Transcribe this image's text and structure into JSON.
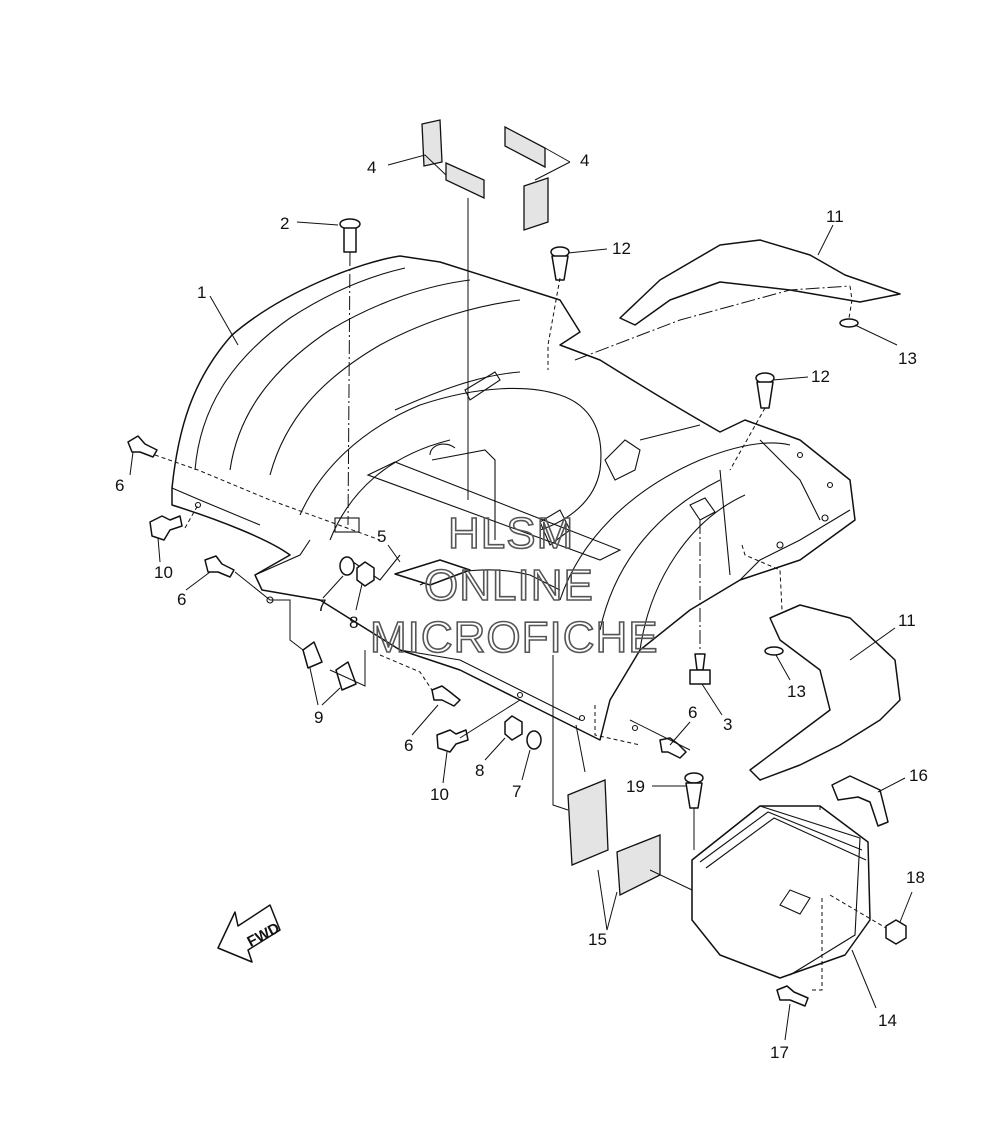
{
  "watermark": {
    "line1": "HLSM",
    "line2": "ONLINE",
    "line3": "MICROFICHE"
  },
  "direction_marker": "FWD",
  "callouts": [
    {
      "id": "c1",
      "text": "1"
    },
    {
      "id": "c2",
      "text": "2"
    },
    {
      "id": "c3",
      "text": "3"
    },
    {
      "id": "c4a",
      "text": "4"
    },
    {
      "id": "c4b",
      "text": "4"
    },
    {
      "id": "c5",
      "text": "5"
    },
    {
      "id": "c6a",
      "text": "6"
    },
    {
      "id": "c6b",
      "text": "6"
    },
    {
      "id": "c6c",
      "text": "6"
    },
    {
      "id": "c6d",
      "text": "6"
    },
    {
      "id": "c7a",
      "text": "7"
    },
    {
      "id": "c7b",
      "text": "7"
    },
    {
      "id": "c8a",
      "text": "8"
    },
    {
      "id": "c8b",
      "text": "8"
    },
    {
      "id": "c9",
      "text": "9"
    },
    {
      "id": "c10a",
      "text": "10"
    },
    {
      "id": "c10b",
      "text": "10"
    },
    {
      "id": "c11a",
      "text": "11"
    },
    {
      "id": "c11b",
      "text": "11"
    },
    {
      "id": "c12a",
      "text": "12"
    },
    {
      "id": "c12b",
      "text": "12"
    },
    {
      "id": "c13a",
      "text": "13"
    },
    {
      "id": "c13b",
      "text": "13"
    },
    {
      "id": "c14",
      "text": "14"
    },
    {
      "id": "c15",
      "text": "15"
    },
    {
      "id": "c16",
      "text": "16"
    },
    {
      "id": "c17",
      "text": "17"
    },
    {
      "id": "c18",
      "text": "18"
    },
    {
      "id": "c19",
      "text": "19"
    }
  ]
}
